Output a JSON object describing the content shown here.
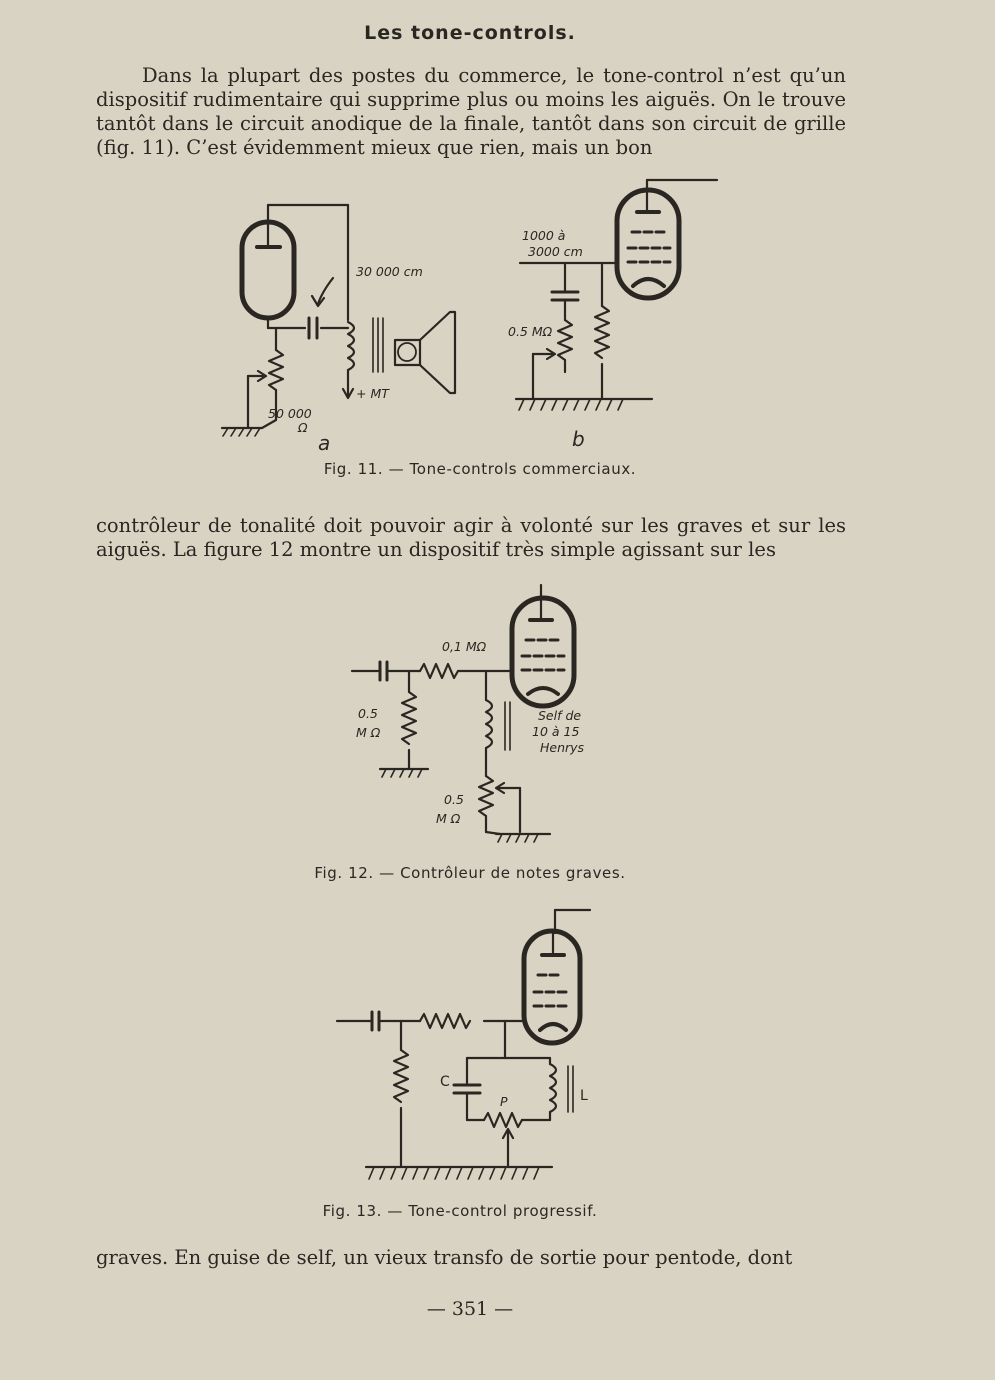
{
  "heading": "Les tone-controls.",
  "paragraphs": {
    "p1": "Dans la plupart des postes du commerce, le tone-control n’est qu’un dispositif rudimentaire qui supprime plus ou moins les aiguës. On le trouve tantôt dans le circuit anodique de la finale, tantôt dans son circuit de grille (fig. 11). C’est évidemment mieux que rien, mais un bon",
    "p2": "contrôleur de tonalité doit pouvoir agir à volonté sur les graves et sur les aiguës. La figure 12 montre un dispositif très simple agissant sur les",
    "p3": "graves. En guise de self, un vieux transfo de sortie pour pentode, dont"
  },
  "figures": {
    "fig11": {
      "caption": "Fig. 11. — Tone-controls commerciaux.",
      "label_a": "a",
      "label_b": "b",
      "cap_a": "30 000 cm",
      "mt": "+ MT",
      "res_a_1": "50 000",
      "res_a_2": "Ω",
      "cap_b_1": "1000 à",
      "cap_b_2": "3000 cm",
      "res_b": "0.5 MΩ"
    },
    "fig12": {
      "caption": "Fig. 12. — Contrôleur de notes graves.",
      "res_top": "0,1 MΩ",
      "res_left_1": "0.5",
      "res_left_2": "M Ω",
      "self_1": "Self de",
      "self_2": "10 à 15",
      "self_3": "Henrys",
      "pot_1": "0.5",
      "pot_2": "M Ω"
    },
    "fig13": {
      "caption": "Fig. 13. — Tone-control progressif.",
      "label_c": "C",
      "label_p": "P",
      "label_l": "L"
    }
  },
  "folio": "— 351 —"
}
